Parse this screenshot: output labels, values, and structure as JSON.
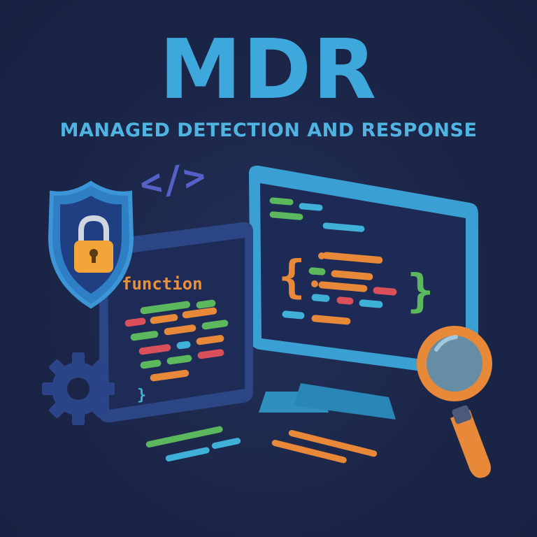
{
  "title": "MDR",
  "subtitle": "MANAGED DETECTION AND RESPONSE",
  "code_tag": "</>",
  "editor": {
    "function_keyword": "function",
    "closing_brace": "}"
  },
  "monitor": {
    "open_brace": "{",
    "close_brace": "}"
  },
  "icons": {
    "shield": "shield-lock-icon",
    "gear": "gear-icon",
    "magnifier": "magnifying-glass-icon",
    "code": "code-tag-icon"
  },
  "colors": {
    "background": "#1b2547",
    "title": "#3ea8dd",
    "green": "#5bb85c",
    "orange": "#e8893a",
    "red": "#d9505a",
    "cyan": "#3fb0d8",
    "lock": "#f2a63a"
  }
}
